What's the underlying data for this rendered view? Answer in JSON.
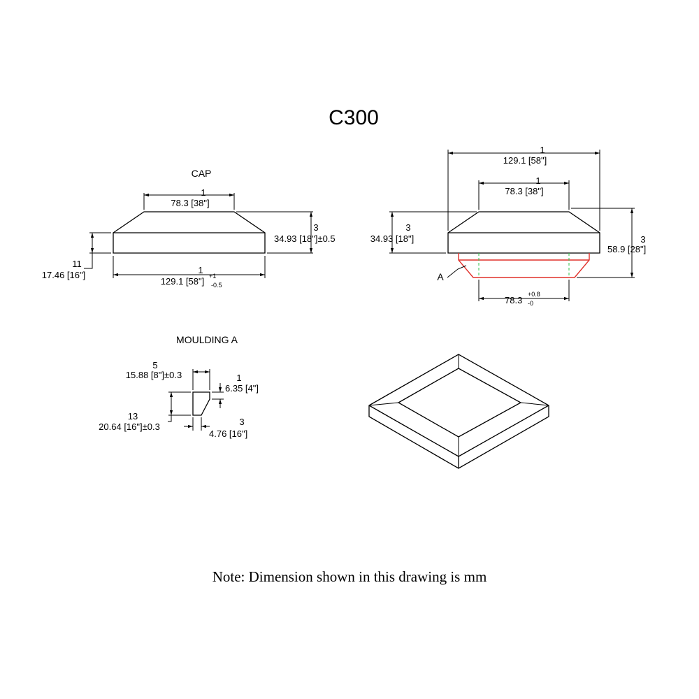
{
  "title": "C300",
  "note": "Note: Dimension shown in this drawing is mm",
  "views": {
    "cap": {
      "label": "CAP",
      "top_width": {
        "frac": "1",
        "text": "78.3 [38\"]"
      },
      "total_height": {
        "frac": "3",
        "text": "34.93 [18\"]±0.5"
      },
      "base_height": {
        "frac": "11",
        "text": "17.46 [16\"]"
      },
      "base_width": {
        "frac": "1",
        "text": "129.1 [58\"]",
        "tol_plus": "+1",
        "tol_minus": "-0.5"
      }
    },
    "assembly": {
      "outer_width": {
        "frac": "1",
        "text": "129.1 [58\"]"
      },
      "top_width": {
        "frac": "1",
        "text": "78.3 [38\"]"
      },
      "cap_height": {
        "frac": "3",
        "text": "34.93 [18\"]"
      },
      "total_height": {
        "frac": "3",
        "text": "58.9 [28\"]"
      },
      "inner_width": {
        "text": "78.3",
        "tol_plus": "+0.8",
        "tol_minus": "-0"
      },
      "moulding_callout": "A"
    },
    "moulding": {
      "label": "MOULDING A",
      "width": {
        "frac": "5",
        "text": "15.88 [8\"]±0.3"
      },
      "chamfer": {
        "frac": "1",
        "text": "6.35 [4\"]"
      },
      "height": {
        "frac": "13",
        "text": "20.64 [16\"]±0.3"
      },
      "thickness": {
        "frac": "3",
        "text": "4.76 [16\"]"
      }
    }
  }
}
